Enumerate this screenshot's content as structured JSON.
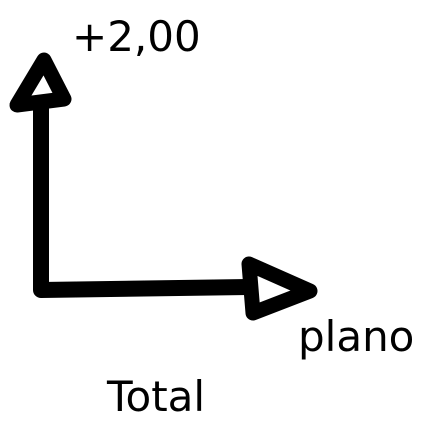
{
  "diagram": {
    "vertical_arrow_label": "+2,00",
    "horizontal_arrow_label": "plano",
    "caption": "Total"
  },
  "colors": {
    "stroke": "#000000",
    "background": "#ffffff"
  }
}
